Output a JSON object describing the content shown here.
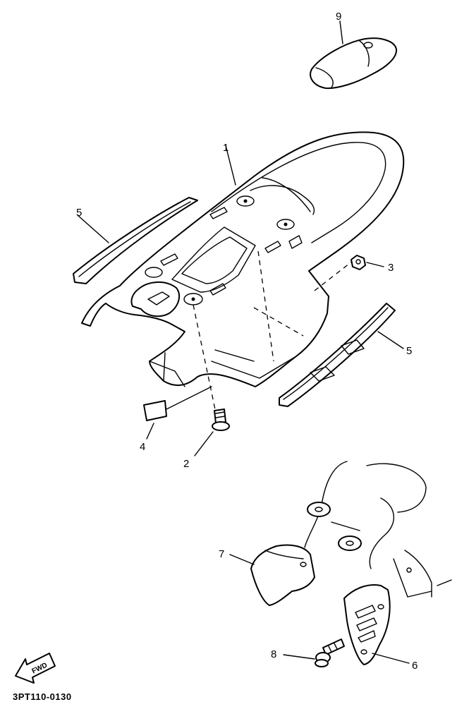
{
  "callouts": [
    {
      "id": "9",
      "text": "9"
    },
    {
      "id": "1",
      "text": "1"
    },
    {
      "id": "5a",
      "text": "5"
    },
    {
      "id": "3",
      "text": "3"
    },
    {
      "id": "5b",
      "text": "5"
    },
    {
      "id": "4",
      "text": "4"
    },
    {
      "id": "2",
      "text": "2"
    },
    {
      "id": "7",
      "text": "7"
    },
    {
      "id": "8",
      "text": "8"
    },
    {
      "id": "6",
      "text": "6"
    }
  ],
  "fwd_label": "FWD",
  "diagram_code": "3PT110-0130"
}
